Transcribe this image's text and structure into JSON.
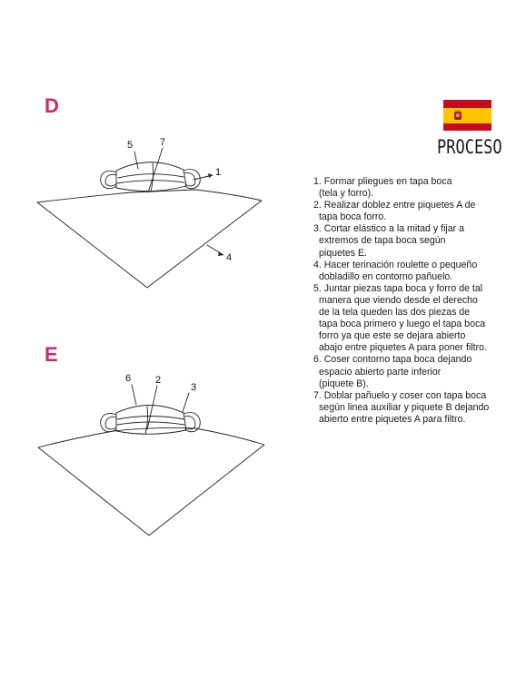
{
  "sections": [
    {
      "letter": "D",
      "callouts": [
        "5",
        "7",
        "1",
        "4"
      ]
    },
    {
      "letter": "E",
      "callouts": [
        "6",
        "2",
        "3"
      ]
    }
  ],
  "flag": {
    "icon": "spain-flag-icon",
    "colors": {
      "red": "#c60b1e",
      "yellow": "#ffc400"
    }
  },
  "process_title": "PROCESO",
  "accent_color": "#d6246e",
  "steps": [
    {
      "lines": [
        "1. Formar pliegues en tapa boca",
        "(tela y forro)."
      ]
    },
    {
      "lines": [
        "2. Realizar doblez entre piquetes A de",
        "tapa boca forro."
      ]
    },
    {
      "lines": [
        "3. Cortar elástico a la mitad y fijar a",
        "extremos de tapa boca según",
        "piquetes E."
      ]
    },
    {
      "lines": [
        "4. Hacer terinación roulette o pequeño",
        "dobladillo en contorno pañuelo."
      ]
    },
    {
      "lines": [
        "5. Juntar piezas tapa boca y forro de tal",
        "manera que viendo desde el derecho",
        "de la tela queden las dos piezas de",
        "tapa boca primero y luego el tapa boca",
        "forro ya que este se dejara abierto",
        "abajo entre piquetes A para poner filtro."
      ]
    },
    {
      "lines": [
        "6. Coser contorno tapa boca dejando",
        "espacio abierto parte inferior",
        "(piquete B)."
      ]
    },
    {
      "lines": [
        "7. Doblar pañuelo y coser con tapa boca",
        "según linea auxiliar y piquete B dejando",
        "abierto entre piquetes A para filtro."
      ]
    }
  ]
}
